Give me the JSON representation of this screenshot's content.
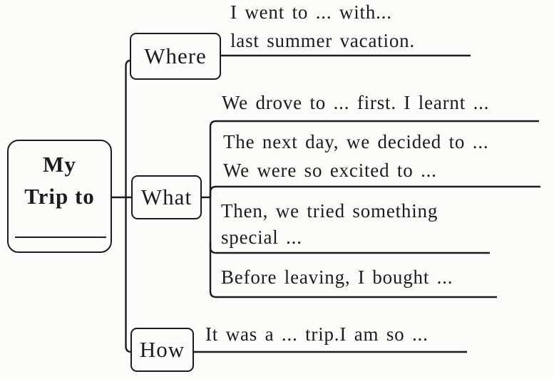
{
  "colors": {
    "ink": "#1c1c1c",
    "paper": "#fcfcfa"
  },
  "root": {
    "line1": "My",
    "line2": "Trip to"
  },
  "where": {
    "label": "Where",
    "note1": "I went to ... with...",
    "note2": "last summer vacation."
  },
  "what": {
    "label": "What",
    "note1": "We drove to ... first. I learnt ...",
    "note2": "The next day, we decided to ...",
    "note3": "We were so excited to ...",
    "note4": "Then, we tried something",
    "note5": "special ...",
    "note6": "Before leaving, I bought ..."
  },
  "how": {
    "label": "How",
    "note1": "It was a ... trip.I am so ..."
  }
}
